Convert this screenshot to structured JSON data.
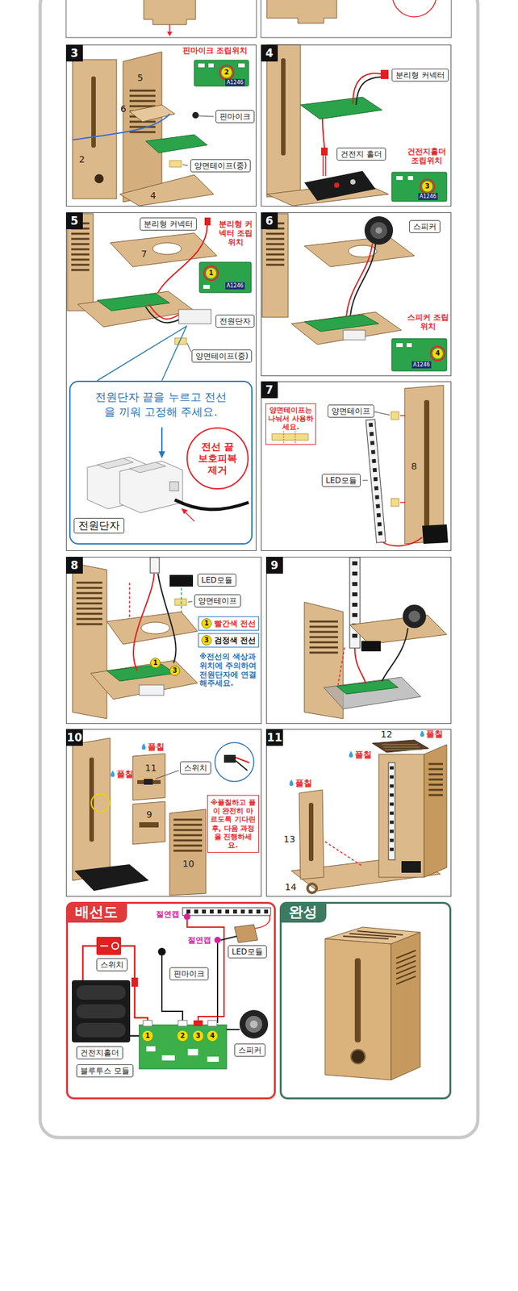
{
  "diagram": {
    "nodes": [
      {
        "text": [
          "3"
        ]
      },
      {
        "text": [
          "핀마이크"
        ],
        "in": 0
      },
      {
        "text": [
          "양면테이프(중)"
        ],
        "in": 0
      },
      {
        "text": [
          "4"
        ]
      },
      {
        "text": [
          "분리형 커넥터"
        ],
        "in": 3
      },
      {
        "text": [
          "건전지 홀더"
        ],
        "in": 3
      },
      {
        "text": [
          "5"
        ]
      },
      {
        "text": [
          "분리형 커넥터"
        ],
        "in": 6
      },
      {
        "text": [
          "전원단자"
        ],
        "in": 6
      },
      {
        "text": [
          "양면테이프(중)"
        ],
        "in": 6
      },
      {
        "text": [
          "전원단자 끝을 누르고 전선을 끼워 고정해 주세요."
        ],
        "in": 6
      },
      {
        "text": [
          "전선 끝 보호피복 제거"
        ],
        "in": 10
      },
      {
        "text": [
          "전원단자"
        ],
        "in": 10
      },
      {
        "text": [
          "6"
        ]
      },
      {
        "text": [
          "스피커"
        ],
        "in": 13
      },
      {
        "text": [
          "7"
        ]
      },
      {
        "text": [
          "양면테이프는 나눠서 사용하세요."
        ],
        "in": 15
      },
      {
        "text": [
          "양면테이프"
        ],
        "in": 15
      },
      {
        "text": [
          "LED모듈"
        ],
        "in": 15
      },
      {
        "text": [
          "8"
        ]
      },
      {
        "text": [
          "LED모듈"
        ],
        "in": 19
      },
      {
        "text": [
          "양면테이프"
        ],
        "in": 19
      },
      {
        "text": [
          "1",
          "빨간색 전선"
        ],
        "in": 19
      },
      {
        "text": [
          "3",
          "검정색 전선"
        ],
        "in": 19
      },
      {
        "text": [
          "9"
        ]
      },
      {
        "text": [
          "10"
        ]
      },
      {
        "text": [
          "스위치"
        ],
        "in": 25
      },
      {
        "text": [
          "※풀칠하고 풀이 완전히 마르도록 기다린 후, 다음 과정을 진행하세요."
        ],
        "in": 25
      },
      {
        "text": [
          "11"
        ]
      },
      {
        "text": [
          "배선도"
        ]
      },
      {
        "text": [
          "LED모듈"
        ],
        "in": 29
      },
      {
        "text": [
          "스위치"
        ],
        "in": 29
      },
      {
        "text": [
          "핀마이크"
        ],
        "in": 29
      },
      {
        "text": [
          "건전지홀더"
        ],
        "in": 29
      },
      {
        "text": [
          "스피커"
        ],
        "in": 29
      },
      {
        "text": [
          "블루투스 모듈"
        ],
        "in": 29
      },
      {
        "text": [
          "완성"
        ]
      }
    ],
    "labels": [
      "핀마이크 조립위치",
      "2",
      "A1246",
      "5",
      "2",
      "6",
      "4",
      "건전지홀더 조립위치",
      "3",
      "A1246",
      "7",
      "분리형 커넥터 조립위치",
      "1",
      "A1246",
      "스피커 조립위치",
      "4",
      "A1246",
      "8",
      "※전선의 색상과 위치에 주의하여 전원단자에 연결해주세요.",
      "1",
      "3",
      "풀칠",
      "11",
      "풀칠",
      "9",
      "10",
      "12",
      "풀칠",
      "풀칠",
      "풀칠",
      "13",
      "14",
      "절연캡",
      "절연캡",
      "1",
      "2",
      "3",
      "4"
    ]
  }
}
